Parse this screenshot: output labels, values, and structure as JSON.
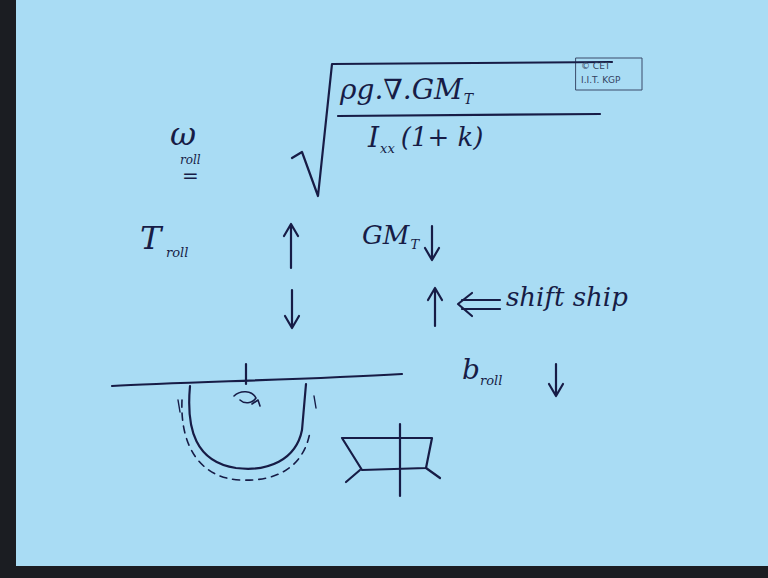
{
  "diagram": {
    "labels": [
      "© CET",
      "I.I.T. KGP",
      "ω",
      "roll",
      "=",
      "ρg.∇.GM",
      "T",
      "I",
      "xx",
      "(1+ k)",
      "T",
      "roll",
      "GM",
      "T",
      "shift ship",
      "b",
      "roll"
    ]
  }
}
